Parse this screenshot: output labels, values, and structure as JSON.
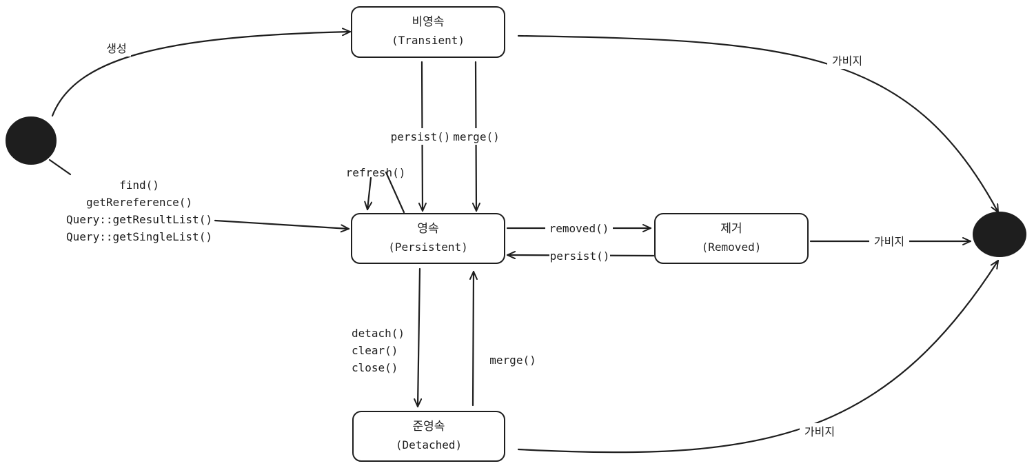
{
  "states": {
    "transient": {
      "name": "비영속",
      "sub": "(Transient)"
    },
    "persistent": {
      "name": "영속",
      "sub": "(Persistent)"
    },
    "removed": {
      "name": "제거",
      "sub": "(Removed)"
    },
    "detached": {
      "name": "준영속",
      "sub": "(Detached)"
    }
  },
  "transitions": {
    "create": "생성",
    "find_lines": [
      "find()",
      "getRereference()",
      "Query::getResultList()",
      "Query::getSingleList()"
    ],
    "persist": "persist()",
    "merge": "merge()",
    "refresh": "refresh()",
    "removed": "removed()",
    "persist_back": "persist()",
    "detach_lines": [
      "detach()",
      "clear()",
      "close()"
    ],
    "merge_back": "merge()",
    "garbage_transient": "가비지",
    "garbage_removed": "가비지",
    "garbage_detached": "가비지"
  },
  "colors": {
    "stroke": "#1e1e1e",
    "background": "#ffffff"
  }
}
